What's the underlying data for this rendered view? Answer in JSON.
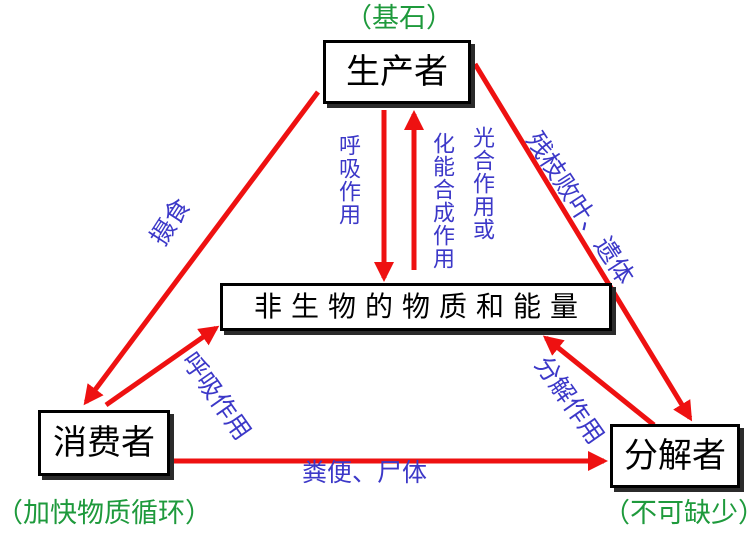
{
  "nodes": {
    "producer": "生产者",
    "consumer": "消费者",
    "decomposer": "分解者",
    "abiotic": "非生物的物质和能量"
  },
  "notes": {
    "producer": "（基石）",
    "consumer": "（加快物质循环）",
    "decomposer": "（不可缺少）"
  },
  "edge_labels": {
    "feeding": "摄食",
    "litter": "残枝败叶、遗体",
    "excreta": "粪便、尸体",
    "resp_producer": "呼吸作用",
    "chemosynthesis": "化能合成作用",
    "photosynthesis": "光合作用或",
    "resp_consumer": "呼吸作用",
    "decomposition": "分解作用"
  },
  "colors": {
    "arrow": "#ee1111",
    "label": "#3c38c8",
    "note": "#1e9a3c"
  }
}
